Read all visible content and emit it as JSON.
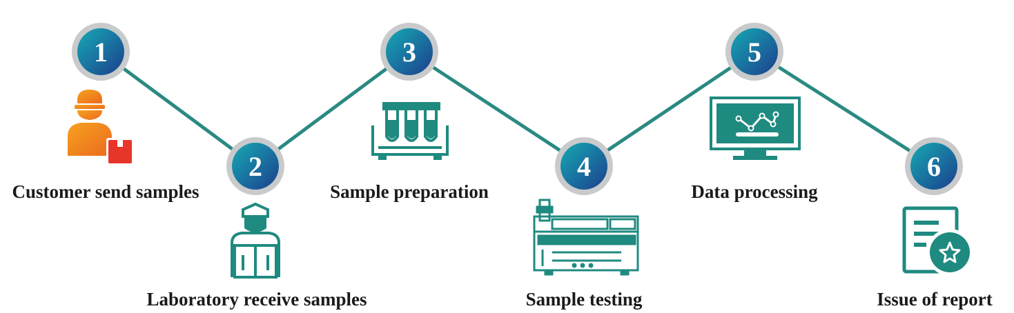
{
  "colors": {
    "connector": "#2a8a82",
    "ring": "#c9cacb",
    "circle_light": "#17a9b4",
    "circle_dark": "#1b3f8d",
    "icon_teal": "#1f8a80",
    "icon_orange": "#f08a1c",
    "icon_red": "#e8352a"
  },
  "steps": [
    {
      "number": "1",
      "label": "Customer send samples",
      "icon": "customer-icon"
    },
    {
      "number": "2",
      "label": "Laboratory receive samples",
      "icon": "lab-worker-icon"
    },
    {
      "number": "3",
      "label": "Sample preparation",
      "icon": "test-tubes-icon"
    },
    {
      "number": "4",
      "label": "Sample testing",
      "icon": "instrument-icon"
    },
    {
      "number": "5",
      "label": "Data processing",
      "icon": "monitor-chart-icon"
    },
    {
      "number": "6",
      "label": "Issue of report",
      "icon": "report-icon"
    }
  ]
}
